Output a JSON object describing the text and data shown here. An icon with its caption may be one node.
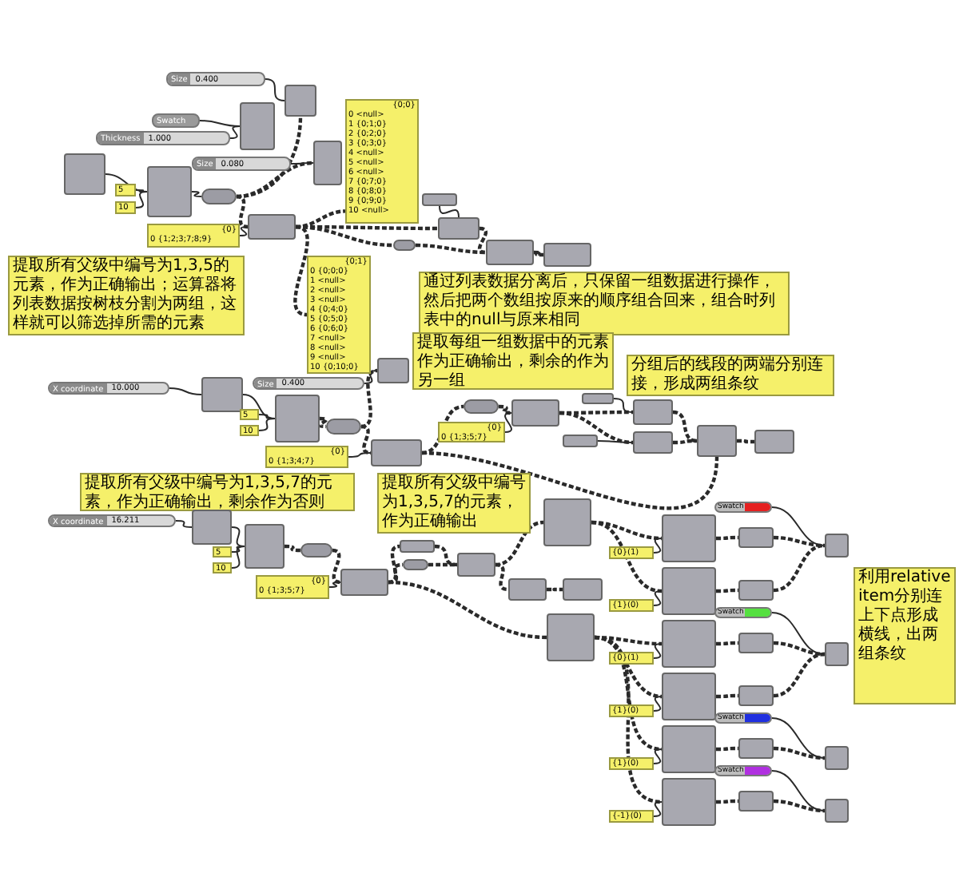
{
  "diagram": {
    "nodes": [
      {
        "text": [
          "Size",
          "0.400"
        ]
      },
      {
        "text": [],
        "shape": "box"
      },
      {
        "text": [
          "Swatch"
        ]
      },
      {
        "text": [
          "Thickness",
          "1.000"
        ]
      },
      {
        "text": [],
        "shape": "box"
      },
      {
        "text": [
          "Size",
          "0.080"
        ]
      },
      {
        "text": [],
        "shape": "box"
      },
      {
        "text": [
          "{0;0}",
          "0 <null>",
          "1 {0;1;0}",
          "2 {0;2;0}",
          "3 {0;3;0}",
          "4 <null>",
          "5 <null>",
          "6 <null>",
          "7 {0;7;0}",
          "8 {0;8;0}",
          "9 {0;9;0}",
          "10 <null>"
        ]
      },
      {
        "text": [],
        "shape": "box"
      },
      {
        "text": [
          "5"
        ]
      },
      {
        "text": [
          "10"
        ]
      },
      {
        "text": [],
        "shape": "box"
      },
      {
        "text": [],
        "shape": "box"
      },
      {
        "text": [
          "{0}",
          "0 {1;2;3;7;8;9}"
        ]
      },
      {
        "text": [
          "提取所有父级中编号为1,3,5的元素，作为正确输出；运算器将列表数据按树枝分割为两组，这样就可以筛选掉所需的元素"
        ]
      },
      {
        "text": [],
        "shape": "box"
      },
      {
        "text": [
          "{0;1}",
          "0 {0;0;0}",
          "1 <null>",
          "2 <null>",
          "3 <null>",
          "4 {0;4;0}",
          "5 {0;5;0}",
          "6 {0;6;0}",
          "7 <null>",
          "8 <null>",
          "9 <null>",
          "10 {0;10;0}"
        ]
      },
      {
        "text": [],
        "shape": "box"
      },
      {
        "text": [],
        "shape": "box"
      },
      {
        "text": [],
        "shape": "box"
      },
      {
        "text": [],
        "shape": "box"
      },
      {
        "text": [],
        "shape": "box"
      },
      {
        "text": [
          "通过列表数据分离后，只保留一组数据进行操作，然后把两个数组按原来的顺序组合回来，组合时列表中的null与原来相同"
        ]
      },
      {
        "text": [
          "X coordinate",
          "10.000"
        ]
      },
      {
        "text": [],
        "shape": "box"
      },
      {
        "text": [
          "Size",
          "0.400"
        ]
      },
      {
        "text": [],
        "shape": "box"
      },
      {
        "text": [],
        "shape": "box"
      },
      {
        "text": [
          "5"
        ]
      },
      {
        "text": [
          "10"
        ]
      },
      {
        "text": [],
        "shape": "box"
      },
      {
        "text": [
          "{0}",
          "0 {1;3;4;7}"
        ]
      },
      {
        "text": [
          "提取所有父级中编号为1,3,5,7的元素，作为正确输出，剩余作为否则"
        ]
      },
      {
        "text": [],
        "shape": "box"
      },
      {
        "text": [
          "提取每组一组数据中的元素作为正确输出，剩余的作为另一组"
        ]
      },
      {
        "text": [],
        "shape": "box"
      },
      {
        "text": [
          "{0}",
          "0 {1;3;5;7}"
        ]
      },
      {
        "text": [],
        "shape": "box"
      },
      {
        "text": [],
        "shape": "box"
      },
      {
        "text": [],
        "shape": "box"
      },
      {
        "text": [],
        "shape": "box"
      },
      {
        "text": [],
        "shape": "box"
      },
      {
        "text": [
          "分组后的线段的两端分别连接，形成两组条纹"
        ]
      },
      {
        "text": [],
        "shape": "box"
      },
      {
        "text": [],
        "shape": "box"
      },
      {
        "text": [
          "X coordinate",
          "16.211"
        ]
      },
      {
        "text": [],
        "shape": "box"
      },
      {
        "text": [],
        "shape": "box"
      },
      {
        "text": [
          "5"
        ]
      },
      {
        "text": [
          "10"
        ]
      },
      {
        "text": [],
        "shape": "box"
      },
      {
        "text": [
          "{0}",
          "0 {1;3;5;7}"
        ]
      },
      {
        "text": [
          "提取所有父级中编号为1,3,5,7的元素，作为正确输出"
        ]
      },
      {
        "text": [],
        "shape": "box"
      },
      {
        "text": [],
        "shape": "box"
      },
      {
        "text": [],
        "shape": "box"
      },
      {
        "text": [],
        "shape": "box"
      },
      {
        "text": [],
        "shape": "box"
      },
      {
        "text": [],
        "shape": "box"
      },
      {
        "text": [],
        "shape": "box"
      },
      {
        "text": [],
        "shape": "box"
      },
      {
        "text": [
          "利用relative item分别连上下点形成横线，出两组条纹"
        ]
      },
      {
        "text": [
          "{0}(1)"
        ]
      },
      {
        "text": [
          "{1}(0)"
        ]
      },
      {
        "text": [
          "{0}(1)"
        ]
      },
      {
        "text": [
          "{1}(0)"
        ]
      },
      {
        "text": [
          "{1}(0)"
        ]
      },
      {
        "text": [
          "{-1}(0)"
        ]
      },
      {
        "text": [],
        "shape": "box"
      },
      {
        "text": [],
        "shape": "box"
      },
      {
        "text": [],
        "shape": "box"
      },
      {
        "text": [],
        "shape": "box"
      },
      {
        "text": [],
        "shape": "box"
      },
      {
        "text": [],
        "shape": "box"
      },
      {
        "text": [],
        "shape": "box"
      },
      {
        "text": [],
        "shape": "box"
      },
      {
        "text": [],
        "shape": "box"
      },
      {
        "text": [],
        "shape": "box"
      },
      {
        "text": [],
        "shape": "box"
      },
      {
        "text": [],
        "shape": "box"
      },
      {
        "text": [
          "Swatch"
        ]
      },
      {
        "text": [
          "Swatch"
        ]
      },
      {
        "text": [
          "Swatch"
        ]
      },
      {
        "text": [
          "Swatch"
        ]
      },
      {
        "text": [],
        "shape": "box"
      },
      {
        "text": [],
        "shape": "box"
      },
      {
        "text": [],
        "shape": "box"
      },
      {
        "text": [],
        "shape": "box"
      }
    ],
    "edges": [
      {
        "from": 0,
        "to": 1,
        "arrow": "none"
      },
      {
        "from": 2,
        "to": 4,
        "arrow": "none"
      },
      {
        "from": 3,
        "to": 4,
        "arrow": "none"
      },
      {
        "from": 5,
        "to": 6,
        "arrow": "none"
      },
      {
        "from": 8,
        "to": 11,
        "arrow": "none"
      },
      {
        "from": 9,
        "to": 11,
        "arrow": "none"
      },
      {
        "from": 10,
        "to": 11,
        "arrow": "none"
      },
      {
        "from": 11,
        "to": 12,
        "arrow": "none"
      },
      {
        "from": 12,
        "to": 1,
        "arrow": "none",
        "style": "dashed"
      },
      {
        "from": 12,
        "to": 6,
        "arrow": "none",
        "style": "dashed"
      },
      {
        "from": 12,
        "to": 15,
        "arrow": "none",
        "style": "dashed"
      },
      {
        "from": 13,
        "to": 15,
        "arrow": "none"
      },
      {
        "from": 15,
        "to": 7,
        "arrow": "none",
        "style": "dashed"
      },
      {
        "from": 15,
        "to": 16,
        "arrow": "none",
        "style": "dashed"
      },
      {
        "from": 15,
        "to": 18,
        "arrow": "none",
        "style": "dashed"
      },
      {
        "from": 15,
        "to": 19,
        "arrow": "none",
        "style": "dashed"
      },
      {
        "from": 17,
        "to": 18,
        "arrow": "none"
      },
      {
        "from": 18,
        "to": 20,
        "arrow": "none",
        "style": "dashed"
      },
      {
        "from": 19,
        "to": 20,
        "arrow": "none",
        "style": "dashed"
      },
      {
        "from": 20,
        "to": 21,
        "arrow": "none",
        "style": "dashed"
      },
      {
        "from": 23,
        "to": 24,
        "arrow": "none"
      },
      {
        "from": 24,
        "to": 27,
        "arrow": "none"
      },
      {
        "from": 25,
        "to": 26,
        "arrow": "none"
      },
      {
        "from": 28,
        "to": 27,
        "arrow": "none"
      },
      {
        "from": 29,
        "to": 27,
        "arrow": "none"
      },
      {
        "from": 27,
        "to": 30,
        "arrow": "none",
        "style": "dashed"
      },
      {
        "from": 30,
        "to": 26,
        "arrow": "none",
        "style": "dashed"
      },
      {
        "from": 30,
        "to": 33,
        "arrow": "none",
        "style": "dashed"
      },
      {
        "from": 31,
        "to": 33,
        "arrow": "none"
      },
      {
        "from": 33,
        "to": 35,
        "arrow": "none",
        "style": "dashed"
      },
      {
        "from": 35,
        "to": 37,
        "arrow": "none",
        "style": "dashed"
      },
      {
        "from": 36,
        "to": 37,
        "arrow": "none"
      },
      {
        "from": 37,
        "to": 39,
        "arrow": "none",
        "style": "dashed"
      },
      {
        "from": 37,
        "to": 41,
        "arrow": "none",
        "style": "dashed"
      },
      {
        "from": 38,
        "to": 39,
        "arrow": "none"
      },
      {
        "from": 40,
        "to": 41,
        "arrow": "none"
      },
      {
        "from": 33,
        "to": 43,
        "arrow": "none",
        "style": "dashed"
      },
      {
        "from": 39,
        "to": 43,
        "arrow": "none",
        "style": "dashed"
      },
      {
        "from": 41,
        "to": 43,
        "arrow": "none",
        "style": "dashed"
      },
      {
        "from": 43,
        "to": 44,
        "arrow": "none",
        "style": "dashed"
      },
      {
        "from": 45,
        "to": 46,
        "arrow": "none"
      },
      {
        "from": 46,
        "to": 47,
        "arrow": "none"
      },
      {
        "from": 48,
        "to": 47,
        "arrow": "none"
      },
      {
        "from": 49,
        "to": 47,
        "arrow": "none"
      },
      {
        "from": 47,
        "to": 50,
        "arrow": "none",
        "style": "dashed"
      },
      {
        "from": 50,
        "to": 53,
        "arrow": "none",
        "style": "dashed"
      },
      {
        "from": 51,
        "to": 53,
        "arrow": "none"
      },
      {
        "from": 53,
        "to": 54,
        "arrow": "none",
        "style": "dashed"
      },
      {
        "from": 53,
        "to": 55,
        "arrow": "none",
        "style": "dashed"
      },
      {
        "from": 54,
        "to": 56,
        "arrow": "none",
        "style": "dashed"
      },
      {
        "from": 55,
        "to": 56,
        "arrow": "none",
        "style": "dashed"
      },
      {
        "from": 56,
        "to": 59,
        "arrow": "none",
        "style": "dashed"
      },
      {
        "from": 56,
        "to": 57,
        "arrow": "none",
        "style": "dashed"
      },
      {
        "from": 57,
        "to": 58,
        "arrow": "none",
        "style": "dashed"
      },
      {
        "from": 53,
        "to": 60,
        "arrow": "none",
        "style": "dashed"
      },
      {
        "from": 59,
        "to": 68,
        "arrow": "none",
        "style": "dashed"
      },
      {
        "from": 59,
        "to": 69,
        "arrow": "none",
        "style": "dashed"
      },
      {
        "from": 60,
        "to": 70,
        "arrow": "none",
        "style": "dashed"
      },
      {
        "from": 60,
        "to": 71,
        "arrow": "none",
        "style": "dashed"
      },
      {
        "from": 60,
        "to": 72,
        "arrow": "none",
        "style": "dashed"
      },
      {
        "from": 60,
        "to": 73,
        "arrow": "none",
        "style": "dashed"
      },
      {
        "from": 62,
        "to": 68,
        "arrow": "none"
      },
      {
        "from": 63,
        "to": 69,
        "arrow": "none"
      },
      {
        "from": 64,
        "to": 70,
        "arrow": "none"
      },
      {
        "from": 65,
        "to": 71,
        "arrow": "none"
      },
      {
        "from": 66,
        "to": 72,
        "arrow": "none"
      },
      {
        "from": 67,
        "to": 73,
        "arrow": "none"
      },
      {
        "from": 68,
        "to": 74,
        "arrow": "none",
        "style": "dashed"
      },
      {
        "from": 69,
        "to": 75,
        "arrow": "none",
        "style": "dashed"
      },
      {
        "from": 70,
        "to": 76,
        "arrow": "none",
        "style": "dashed"
      },
      {
        "from": 71,
        "to": 77,
        "arrow": "none",
        "style": "dashed"
      },
      {
        "from": 72,
        "to": 78,
        "arrow": "none",
        "style": "dashed"
      },
      {
        "from": 73,
        "to": 79,
        "arrow": "none",
        "style": "dashed"
      },
      {
        "from": 74,
        "to": 84,
        "arrow": "none",
        "style": "dashed"
      },
      {
        "from": 75,
        "to": 84,
        "arrow": "none",
        "style": "dashed"
      },
      {
        "from": 76,
        "to": 85,
        "arrow": "none",
        "style": "dashed"
      },
      {
        "from": 77,
        "to": 85,
        "arrow": "none",
        "style": "dashed"
      },
      {
        "from": 78,
        "to": 86,
        "arrow": "none",
        "style": "dashed"
      },
      {
        "from": 79,
        "to": 87,
        "arrow": "none",
        "style": "dashed"
      },
      {
        "from": 80,
        "to": 84,
        "arrow": "none"
      },
      {
        "from": 81,
        "to": 85,
        "arrow": "none"
      },
      {
        "from": 82,
        "to": 86,
        "arrow": "none"
      },
      {
        "from": 83,
        "to": 87,
        "arrow": "none"
      }
    ]
  }
}
